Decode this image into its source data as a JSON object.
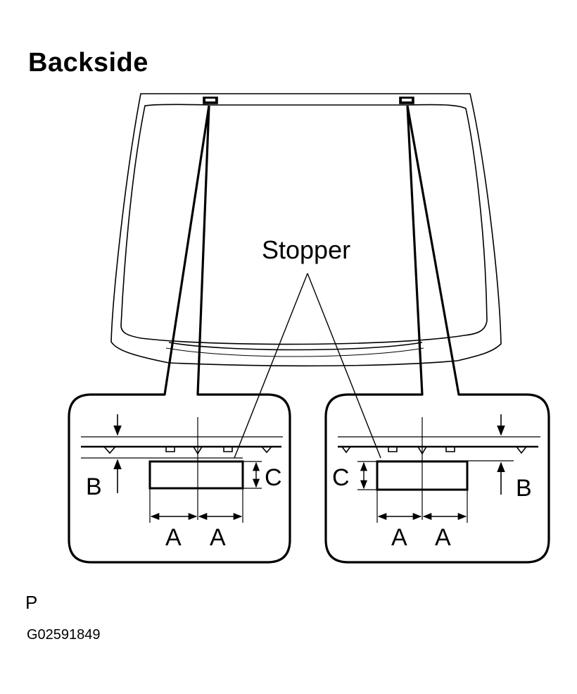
{
  "title": "Backside",
  "callout_label": "Stopper",
  "dimension_labels": {
    "a": "A",
    "b": "B",
    "c": "C"
  },
  "footer": {
    "marker": "P",
    "figure_code": "G02591849"
  }
}
